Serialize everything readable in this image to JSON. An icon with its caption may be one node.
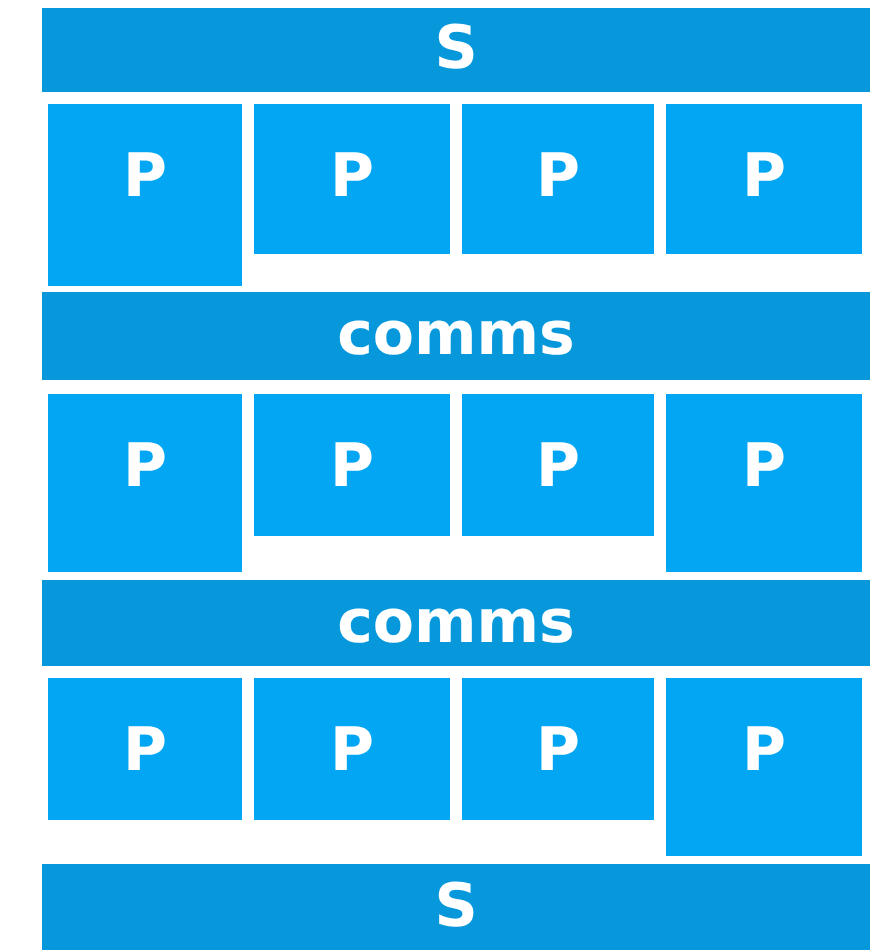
{
  "diagram": {
    "nodes": [
      {
        "text": [
          "S"
        ]
      },
      {
        "text": [
          "P"
        ]
      },
      {
        "text": [
          "P"
        ]
      },
      {
        "text": [
          "P"
        ]
      },
      {
        "text": [
          "P"
        ]
      },
      {
        "text": [
          "comms"
        ]
      },
      {
        "text": [
          "P"
        ]
      },
      {
        "text": [
          "P"
        ]
      },
      {
        "text": [
          "P"
        ]
      },
      {
        "text": [
          "P"
        ]
      },
      {
        "text": [
          "comms"
        ]
      },
      {
        "text": [
          "P"
        ]
      },
      {
        "text": [
          "P"
        ]
      },
      {
        "text": [
          "P"
        ]
      },
      {
        "text": [
          "P"
        ]
      },
      {
        "text": [
          "S"
        ]
      }
    ]
  }
}
